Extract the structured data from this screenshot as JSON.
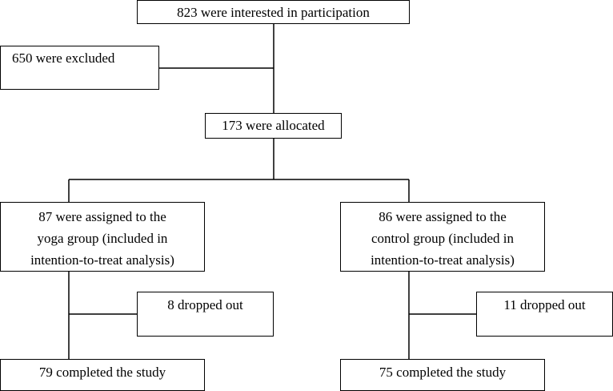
{
  "flowchart": {
    "interested": "823 were interested in participation",
    "excluded": "650 were excluded",
    "allocated": "173 were allocated",
    "yoga_group": [
      "87 were assigned to the",
      "yoga group (included in",
      "intention-to-treat analysis)"
    ],
    "control_group": [
      "86 were assigned to the",
      "control group (included in",
      "intention-to-treat analysis)"
    ],
    "yoga_dropped": "8 dropped out",
    "control_dropped": "11 dropped out",
    "yoga_completed": "79 completed the study",
    "control_completed": "75 completed the study"
  }
}
